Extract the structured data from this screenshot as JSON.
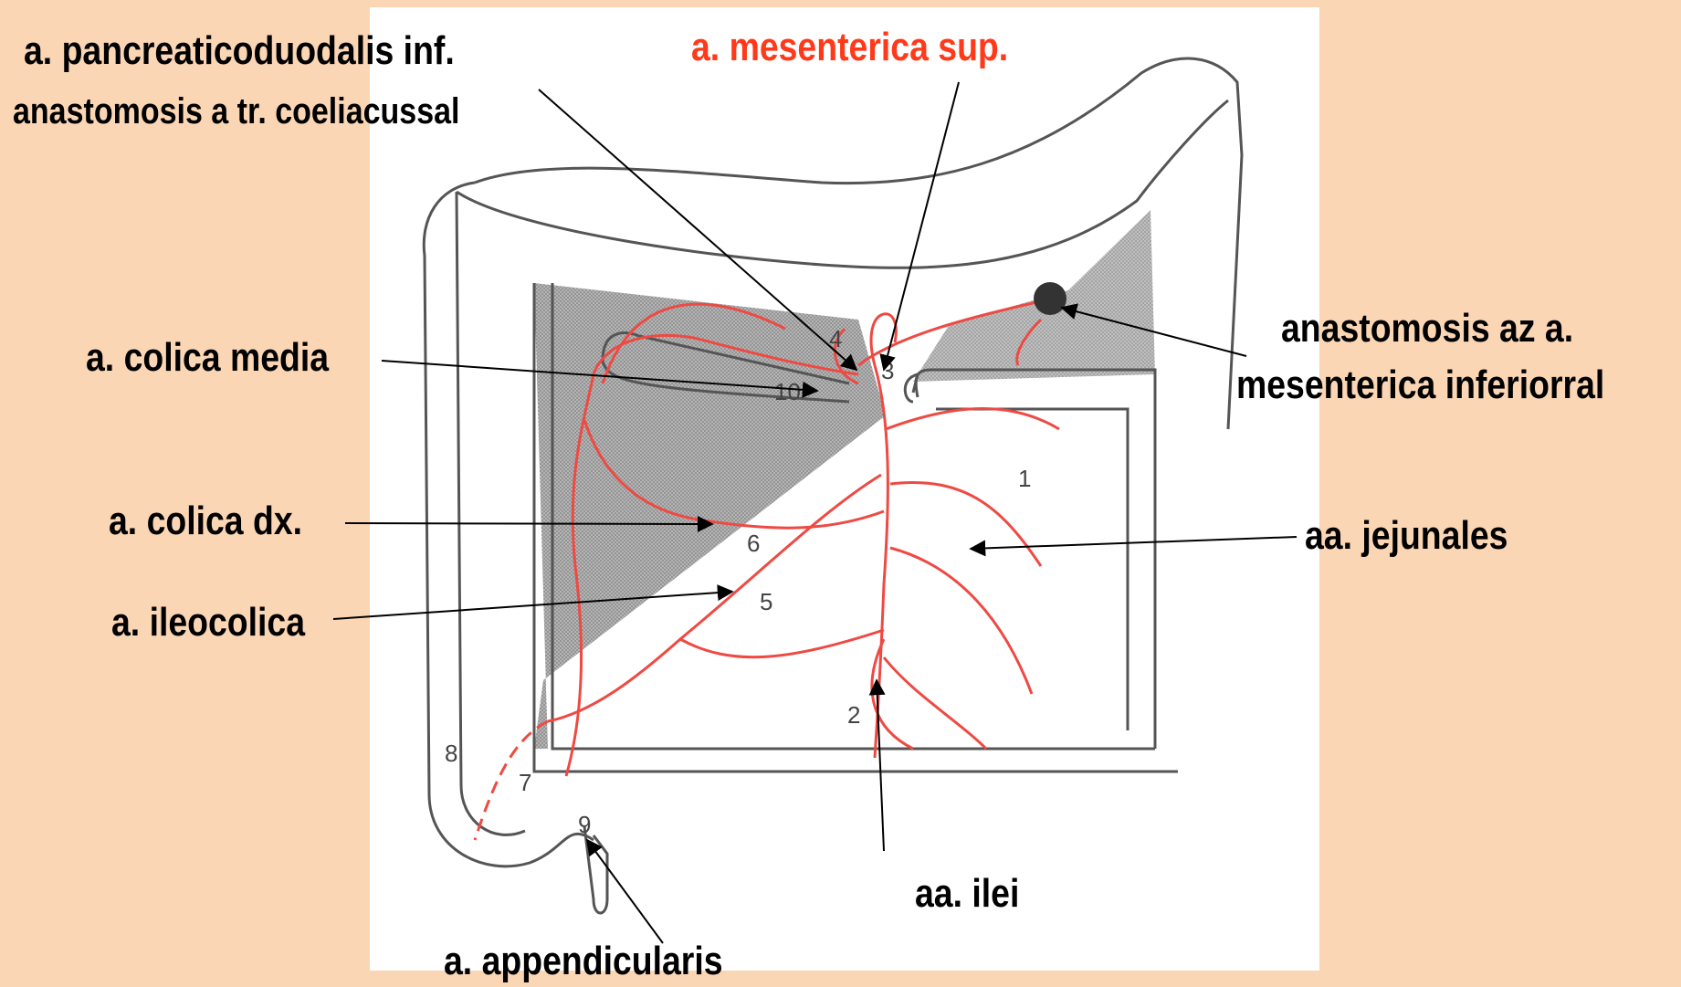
{
  "labels": {
    "pancreaticoduodenalis": "a. pancreaticoduodalis inf.",
    "anastomosis_coeliacus": "anastomosis a tr. coeliacussal",
    "mesenterica_sup": "a. mesenterica sup.",
    "anastomosis_inferior_line1": "anastomosis az a.",
    "anastomosis_inferior_line2": "mesenterica inferiorral",
    "colica_media": "a. colica media",
    "colica_dx": "a. colica dx.",
    "ileocolica": "a. ileocolica",
    "jejunales": "aa. jejunales",
    "ilei": "aa. ilei",
    "appendicularis": "a. appendicularis"
  },
  "diagram_numbers": [
    "1",
    "2",
    "3",
    "4",
    "5",
    "6",
    "7",
    "8",
    "9",
    "10"
  ],
  "colors": {
    "background": "#fbd6b5",
    "panel": "#ffffff",
    "artery": "#ee4a43",
    "outline": "#555555",
    "label_text": "#000000",
    "highlight_label": "#ff3a1a"
  }
}
